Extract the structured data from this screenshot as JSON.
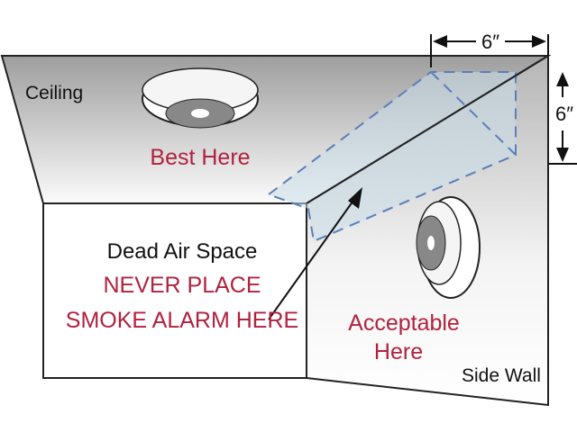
{
  "labels": {
    "ceiling": "Ceiling",
    "best": "Best Here",
    "dead_air": "Dead Air Space",
    "never_1": "NEVER PLACE",
    "never_2": "SMOKE ALARM HERE",
    "acceptable_1": "Acceptable",
    "acceptable_2": "Here",
    "side_wall": "Side Wall",
    "dim_horizontal": "6″",
    "dim_vertical": "6″"
  },
  "colors": {
    "accent": "#b0223f",
    "zone": "#5b7fb8"
  }
}
